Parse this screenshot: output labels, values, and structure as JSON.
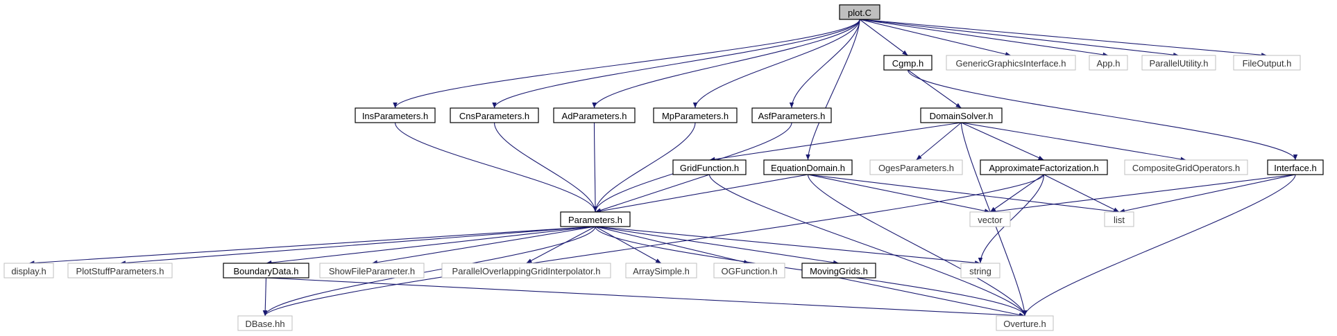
{
  "graph": {
    "colors": {
      "edge": "#191970",
      "root_fill": "#bfbfbf",
      "ext_border": "#bfbfbf",
      "main_border": "#000000"
    },
    "nodes": [
      {
        "id": "plotC",
        "label": "plot.C",
        "style": "root"
      },
      {
        "id": "Cgmp",
        "label": "Cgmp.h",
        "style": "main"
      },
      {
        "id": "GenericGraphicsInterface",
        "label": "GenericGraphicsInterface.h",
        "style": "ext"
      },
      {
        "id": "App",
        "label": "App.h",
        "style": "ext"
      },
      {
        "id": "ParallelUtility",
        "label": "ParallelUtility.h",
        "style": "ext"
      },
      {
        "id": "FileOutput",
        "label": "FileOutput.h",
        "style": "ext"
      },
      {
        "id": "InsParameters",
        "label": "InsParameters.h",
        "style": "main"
      },
      {
        "id": "CnsParameters",
        "label": "CnsParameters.h",
        "style": "main"
      },
      {
        "id": "AdParameters",
        "label": "AdParameters.h",
        "style": "main"
      },
      {
        "id": "MpParameters",
        "label": "MpParameters.h",
        "style": "main"
      },
      {
        "id": "AsfParameters",
        "label": "AsfParameters.h",
        "style": "main"
      },
      {
        "id": "DomainSolver",
        "label": "DomainSolver.h",
        "style": "main"
      },
      {
        "id": "GridFunction",
        "label": "GridFunction.h",
        "style": "main"
      },
      {
        "id": "EquationDomain",
        "label": "EquationDomain.h",
        "style": "main"
      },
      {
        "id": "OgesParameters",
        "label": "OgesParameters.h",
        "style": "ext"
      },
      {
        "id": "ApproximateFactorization",
        "label": "ApproximateFactorization.h",
        "style": "main"
      },
      {
        "id": "CompositeGridOperators",
        "label": "CompositeGridOperators.h",
        "style": "ext"
      },
      {
        "id": "Interface",
        "label": "Interface.h",
        "style": "main"
      },
      {
        "id": "Parameters",
        "label": "Parameters.h",
        "style": "main"
      },
      {
        "id": "vector",
        "label": "vector",
        "style": "ext"
      },
      {
        "id": "list",
        "label": "list",
        "style": "ext"
      },
      {
        "id": "display",
        "label": "display.h",
        "style": "ext"
      },
      {
        "id": "PlotStuffParameters",
        "label": "PlotStuffParameters.h",
        "style": "ext"
      },
      {
        "id": "BoundaryData",
        "label": "BoundaryData.h",
        "style": "main"
      },
      {
        "id": "ShowFileParameter",
        "label": "ShowFileParameter.h",
        "style": "ext"
      },
      {
        "id": "ParallelOverlappingGridInterpolator",
        "label": "ParallelOverlappingGridInterpolator.h",
        "style": "ext"
      },
      {
        "id": "ArraySimple",
        "label": "ArraySimple.h",
        "style": "ext"
      },
      {
        "id": "OGFunction",
        "label": "OGFunction.h",
        "style": "ext"
      },
      {
        "id": "MovingGrids",
        "label": "MovingGrids.h",
        "style": "main"
      },
      {
        "id": "string",
        "label": "string",
        "style": "ext"
      },
      {
        "id": "DBase",
        "label": "DBase.hh",
        "style": "ext"
      },
      {
        "id": "Overture",
        "label": "Overture.h",
        "style": "ext"
      }
    ],
    "edges": [
      [
        "plotC",
        "Cgmp"
      ],
      [
        "plotC",
        "GenericGraphicsInterface"
      ],
      [
        "plotC",
        "App"
      ],
      [
        "plotC",
        "ParallelUtility"
      ],
      [
        "plotC",
        "FileOutput"
      ],
      [
        "plotC",
        "InsParameters"
      ],
      [
        "plotC",
        "CnsParameters"
      ],
      [
        "plotC",
        "AdParameters"
      ],
      [
        "plotC",
        "MpParameters"
      ],
      [
        "plotC",
        "AsfParameters"
      ],
      [
        "plotC",
        "EquationDomain"
      ],
      [
        "Cgmp",
        "DomainSolver"
      ],
      [
        "Cgmp",
        "Interface"
      ],
      [
        "InsParameters",
        "Parameters"
      ],
      [
        "CnsParameters",
        "Parameters"
      ],
      [
        "AdParameters",
        "Parameters"
      ],
      [
        "MpParameters",
        "Parameters"
      ],
      [
        "AsfParameters",
        "Parameters"
      ],
      [
        "DomainSolver",
        "GridFunction"
      ],
      [
        "DomainSolver",
        "OgesParameters"
      ],
      [
        "DomainSolver",
        "ApproximateFactorization"
      ],
      [
        "DomainSolver",
        "CompositeGridOperators"
      ],
      [
        "DomainSolver",
        "Overture"
      ],
      [
        "GridFunction",
        "Parameters"
      ],
      [
        "GridFunction",
        "Overture"
      ],
      [
        "EquationDomain",
        "Parameters"
      ],
      [
        "EquationDomain",
        "vector"
      ],
      [
        "EquationDomain",
        "list"
      ],
      [
        "EquationDomain",
        "Overture"
      ],
      [
        "ApproximateFactorization",
        "vector"
      ],
      [
        "ApproximateFactorization",
        "list"
      ],
      [
        "ApproximateFactorization",
        "DBase"
      ],
      [
        "ApproximateFactorization",
        "string"
      ],
      [
        "Interface",
        "vector"
      ],
      [
        "Interface",
        "list"
      ],
      [
        "Interface",
        "Overture"
      ],
      [
        "Parameters",
        "display"
      ],
      [
        "Parameters",
        "PlotStuffParameters"
      ],
      [
        "Parameters",
        "BoundaryData"
      ],
      [
        "Parameters",
        "ShowFileParameter"
      ],
      [
        "Parameters",
        "ParallelOverlappingGridInterpolator"
      ],
      [
        "Parameters",
        "ArraySimple"
      ],
      [
        "Parameters",
        "OGFunction"
      ],
      [
        "Parameters",
        "MovingGrids"
      ],
      [
        "Parameters",
        "string"
      ],
      [
        "Parameters",
        "DBase"
      ],
      [
        "Parameters",
        "Overture"
      ],
      [
        "BoundaryData",
        "DBase"
      ],
      [
        "BoundaryData",
        "Overture"
      ],
      [
        "MovingGrids",
        "Overture"
      ]
    ]
  }
}
